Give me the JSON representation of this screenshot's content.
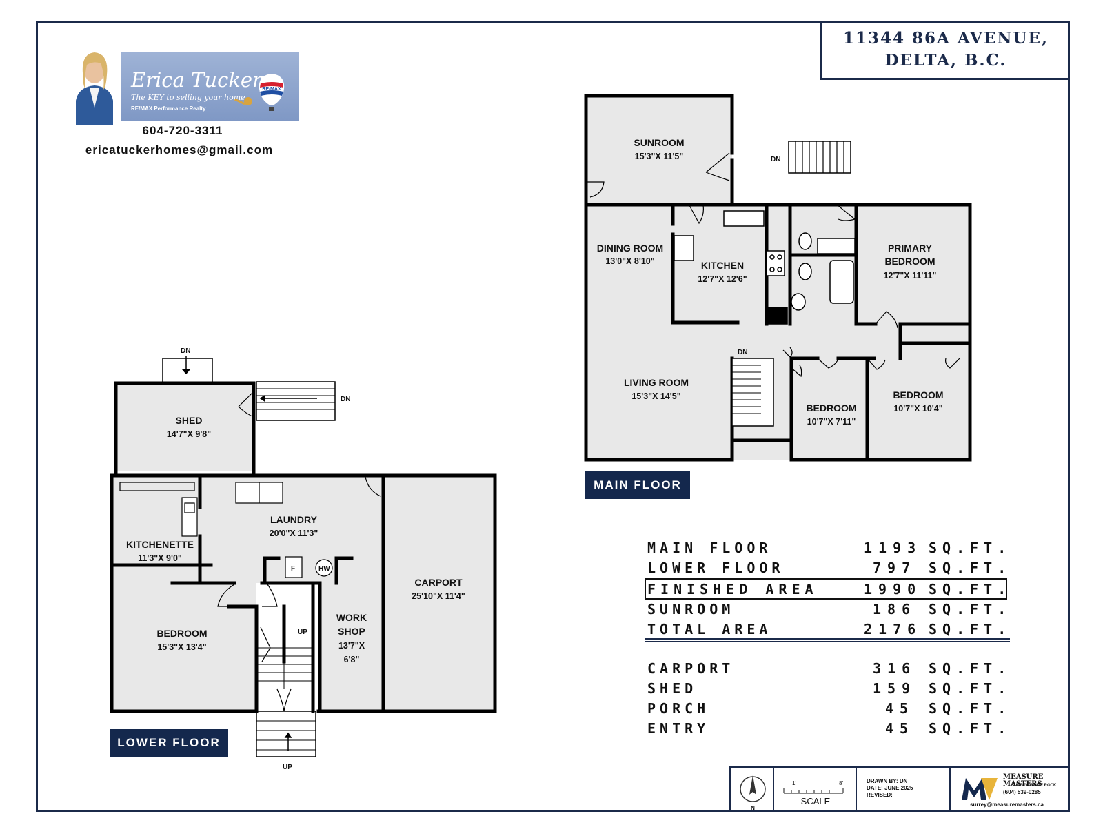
{
  "address": {
    "line1": "11344 86A AVENUE,",
    "line2": "DELTA, B.C."
  },
  "agent": {
    "name": "Erica Tucker",
    "tagline": "The KEY to selling your home.",
    "company": "RE/MAX Performance Realty",
    "logo_text": "RE/MAX",
    "phone": "604-720-3311",
    "email": "ericatuckerhomes@gmail.com"
  },
  "main_floor": {
    "badge": "MAIN FLOOR",
    "rooms": {
      "sunroom": {
        "name": "SUNROOM",
        "dim": "15'3\"X 11'5\""
      },
      "dining": {
        "name": "DINING ROOM",
        "dim": "13'0\"X 8'10\""
      },
      "kitchen": {
        "name": "KITCHEN",
        "dim": "12'7\"X 12'6\""
      },
      "primary": {
        "name1": "PRIMARY",
        "name2": "BEDROOM",
        "dim": "12'7\"X 11'11\""
      },
      "living": {
        "name": "LIVING ROOM",
        "dim": "15'3\"X 14'5\""
      },
      "bed2": {
        "name": "BEDROOM",
        "dim": "10'7\"X 7'11\""
      },
      "bed3": {
        "name": "BEDROOM",
        "dim": "10'7\"X 10'4\""
      }
    },
    "dn_labels": [
      "DN",
      "DN"
    ]
  },
  "lower_floor": {
    "badge": "LOWER FLOOR",
    "rooms": {
      "shed": {
        "name": "SHED",
        "dim": "14'7\"X 9'8\""
      },
      "laundry": {
        "name": "LAUNDRY",
        "dim": "20'0\"X 11'3\""
      },
      "kitchenette": {
        "name": "KITCHENETTE",
        "dim": "11'3\"X 9'0\""
      },
      "carport": {
        "name": "CARPORT",
        "dim": "25'10\"X 11'4\""
      },
      "workshop": {
        "name1": "WORK",
        "name2": "SHOP",
        "dim1": "13'7\"X",
        "dim2": "6'8\""
      },
      "bedroom": {
        "name": "BEDROOM",
        "dim": "15'3\"X 13'4\""
      }
    },
    "labels": {
      "dn_top": "DN",
      "dn_right": "DN",
      "up_stair": "UP",
      "up_bottom": "UP",
      "furnace": "F",
      "hot_water": "HW"
    }
  },
  "areas": [
    {
      "name": "MAIN FLOOR",
      "value": "1193",
      "unit": "SQ.FT."
    },
    {
      "name": "LOWER FLOOR",
      "value": "797",
      "unit": "SQ.FT."
    },
    {
      "name": "FINISHED AREA",
      "value": "1990",
      "unit": "SQ.FT.",
      "boxed": true
    },
    {
      "name": "SUNROOM",
      "value": "186",
      "unit": "SQ.FT."
    },
    {
      "name": "TOTAL AREA",
      "value": "2176",
      "unit": "SQ.FT."
    }
  ],
  "extras": [
    {
      "name": "CARPORT",
      "value": "316",
      "unit": "SQ.FT."
    },
    {
      "name": "SHED",
      "value": "159",
      "unit": "SQ.FT."
    },
    {
      "name": "PORCH",
      "value": "45",
      "unit": "SQ.FT."
    },
    {
      "name": "ENTRY",
      "value": "45",
      "unit": "SQ.FT."
    }
  ],
  "title_block": {
    "north": "N",
    "scale_left": "1'",
    "scale_right": "8'",
    "scale_label": "SCALE",
    "drawn_by": "DRAWN BY: DN",
    "date": "DATE: JUNE 2025",
    "revised": "REVISED:",
    "company": "MEASURE MASTERS",
    "region": "SURREY/WHITE ROCK",
    "phone": "(604) 539-0285",
    "email": "surrey@measuremasters.ca"
  },
  "colors": {
    "navy": "#14284d",
    "room_fill": "#e8e8e8",
    "wall": "#000000"
  }
}
